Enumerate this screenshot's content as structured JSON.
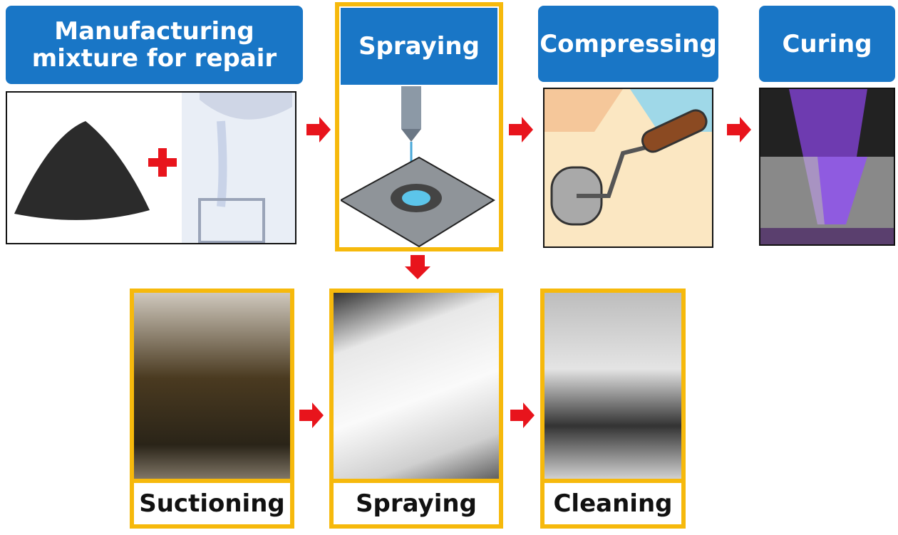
{
  "top_steps": [
    {
      "label": "Manufacturing mixture for repair"
    },
    {
      "label": "Spraying"
    },
    {
      "label": "Compressing"
    },
    {
      "label": "Curing"
    }
  ],
  "bottom_steps": [
    {
      "label": "Suctioning"
    },
    {
      "label": "Spraying"
    },
    {
      "label": "Cleaning"
    }
  ],
  "colors": {
    "header": "#1976c6",
    "highlight": "#f6b90c",
    "arrow": "#e8141c"
  }
}
